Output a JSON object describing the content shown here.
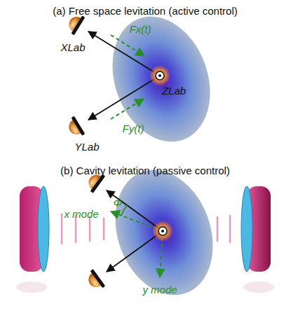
{
  "diagram": {
    "labels": [
      "(a) Free space levitation (active control)",
      "Fx(t)",
      "XLab",
      "ZLab",
      "Fy(t)",
      "YLab",
      "(b) Cavity levitation (passive control)",
      "Φ",
      "x mode",
      "y mode"
    ]
  }
}
